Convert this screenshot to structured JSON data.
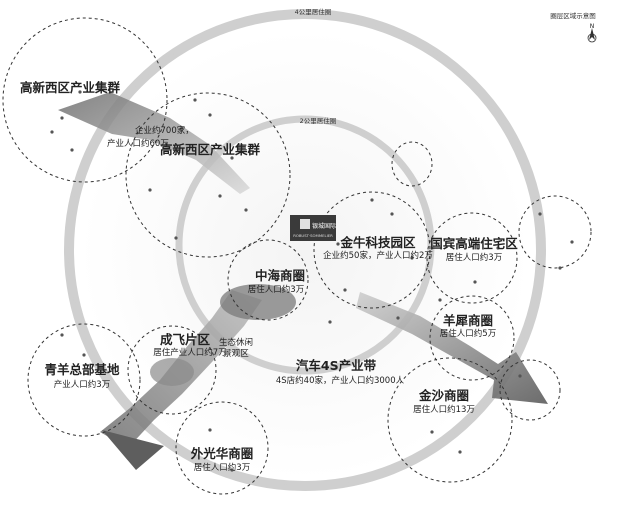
{
  "title": "圈层区域示意图",
  "compass": {
    "north": "N"
  },
  "rings": {
    "outer": "4公里居住圈",
    "inner": "2公里居住圈"
  },
  "center": {
    "logo_text": "银城国际",
    "sub_text": "ROBUST·SOMMELIER"
  },
  "zones": {
    "gaoxin_west_outer": {
      "name": "高新西区产业集群",
      "line1": "企业约700家，",
      "line2": "产业人口约60万"
    },
    "gaoxin_west_inner": {
      "name": "高新西区产业集群"
    },
    "jinniu_tech": {
      "name": "金牛科技园区",
      "line1": "企业约50家，产业人口约2万"
    },
    "guobin": {
      "name": "国宾高端住宅区",
      "line1": "居住人口约3万"
    },
    "zhonghai": {
      "name": "中海商圈",
      "line1": "居住人口约3万"
    },
    "chengfei": {
      "name": "成飞片区",
      "line1": "居住产业人口约7万"
    },
    "eco": {
      "name": "生态休闲",
      "name2": "景观区"
    },
    "qingyang": {
      "name": "青羊总部基地",
      "line1": "产业人口约3万"
    },
    "auto4s": {
      "name": "汽车4S产业带",
      "line1": "4S店约40家，产业人口约3000人"
    },
    "yangxi": {
      "name": "羊犀商圈",
      "line1": "居住人口约5万"
    },
    "jinsha": {
      "name": "金沙商圈",
      "line1": "居住人口约13万"
    },
    "waiguanghua": {
      "name": "外光华商圈",
      "line1": "居住人口约3万"
    }
  }
}
